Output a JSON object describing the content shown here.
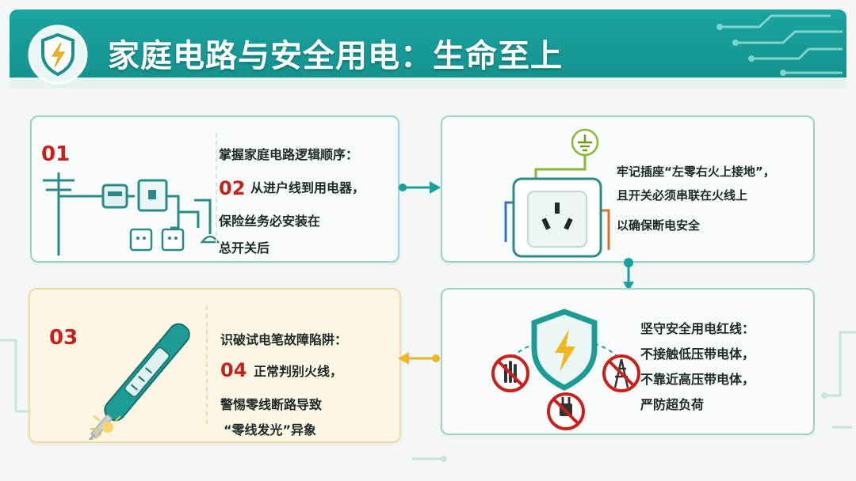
{
  "header": {
    "title": "家庭电路与安全用电：生命至上",
    "icon": "shield-lightning-icon"
  },
  "cards": {
    "c1": {
      "number": "01",
      "line1": "掌握家庭电路逻辑顺序：",
      "num2": "02",
      "line2": "从进户线到用电器，",
      "line3": "保险丝务必安装在",
      "line4": "总开关后"
    },
    "c2": {
      "line1": "牢记插座“左零右火上接地”，",
      "line2": "且开关必须串联在火线上",
      "line3": "以确保断电安全"
    },
    "c3": {
      "number": "03",
      "line1": "识破试电笔故障陷阱：",
      "num2": "04",
      "line2": "正常判别火线，",
      "line3": "警惕零线断路导致",
      "line4": "“零线发光”异象"
    },
    "c4": {
      "line1": "坚守安全用电红线：",
      "line2": "不接触低压带电体，",
      "line3": "不靠近高压带电体，",
      "line4": "严防超负荷"
    }
  },
  "colors": {
    "teal": "#17a19d",
    "number_red": "#c8201c",
    "arrow_gold": "#f0b429"
  }
}
